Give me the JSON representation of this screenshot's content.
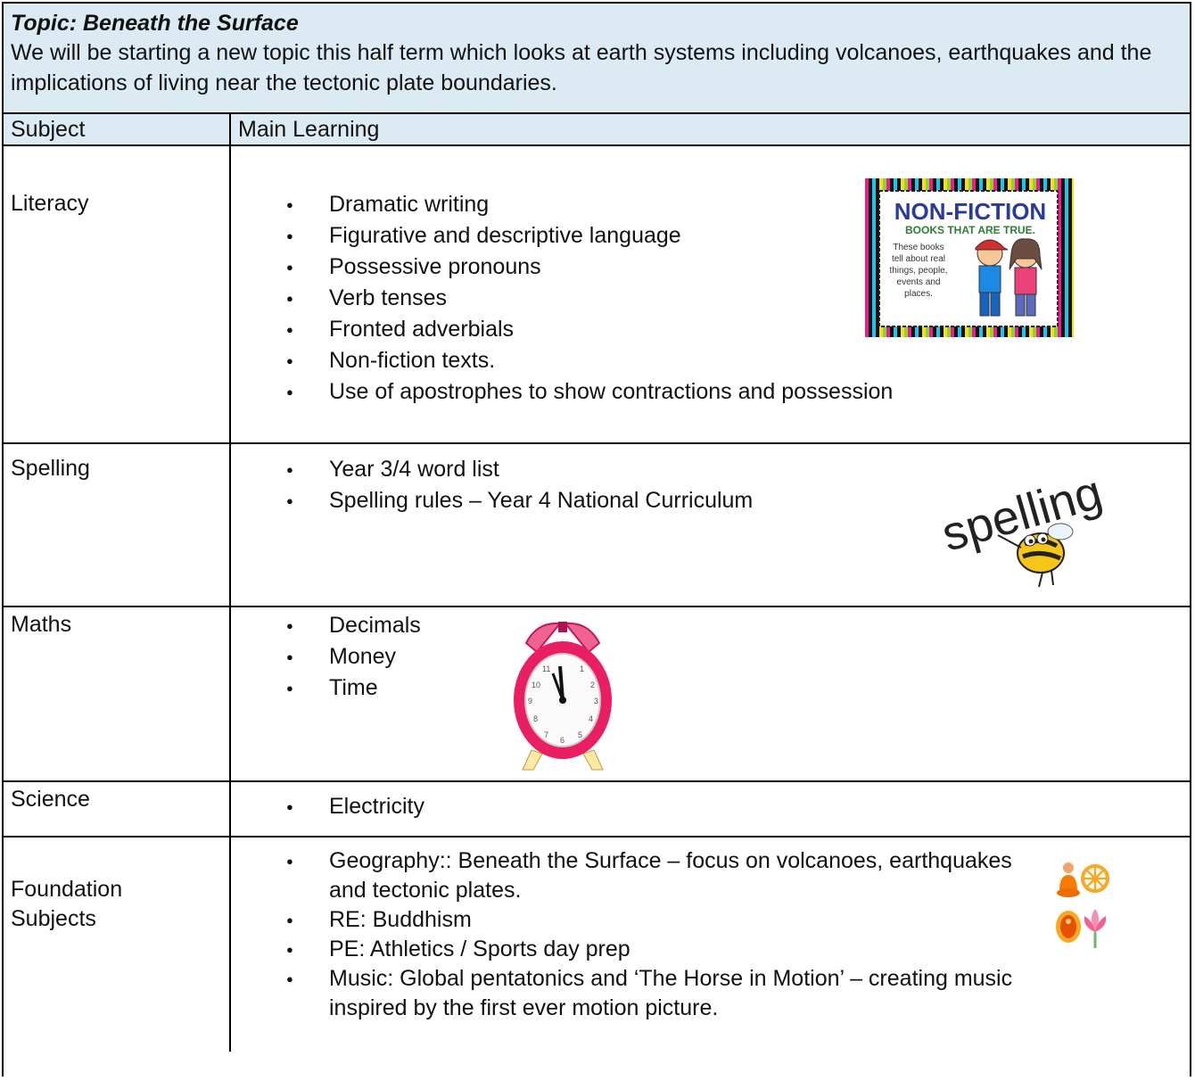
{
  "header": {
    "topic_title": "Topic:  Beneath the Surface",
    "intro": "We will be starting a new topic this half term which looks at earth systems including volcanoes, earthquakes and the implications of living near the tectonic plate boundaries."
  },
  "table": {
    "col_subject": "Subject",
    "col_main": "Main Learning",
    "rows": [
      {
        "subject": "Literacy",
        "items": [
          "Dramatic writing",
          "Figurative and descriptive language",
          "Possessive pronouns",
          "Verb tenses",
          "Fronted adverbials",
          "Non-fiction texts.",
          "Use of apostrophes to show contractions and possession"
        ]
      },
      {
        "subject": "Spelling",
        "items": [
          "Year 3/4 word list",
          "Spelling rules – Year 4 National Curriculum"
        ]
      },
      {
        "subject": "Maths",
        "items": [
          "Decimals",
          "Money",
          "Time"
        ]
      },
      {
        "subject": "Science",
        "items": [
          "Electricity"
        ]
      },
      {
        "subject": "Foundation Subjects",
        "items": [
          "Geography:: Beneath the Surface – focus on volcanoes, earthquakes and tectonic plates.",
          "RE: Buddhism",
          "PE: Athletics / Sports day prep",
          "Music: Global pentatonics and ‘The Horse in Motion’ – creating music inspired by the first ever motion picture."
        ]
      }
    ]
  },
  "images": {
    "nonfiction_poster": {
      "title": "NON-FICTION",
      "subtitle": "BOOKS THAT ARE TRUE.",
      "body": [
        "These books",
        "tell about real",
        "things, people,",
        "events and",
        "places."
      ]
    },
    "spelling_logo": {
      "word": "spelling"
    }
  }
}
